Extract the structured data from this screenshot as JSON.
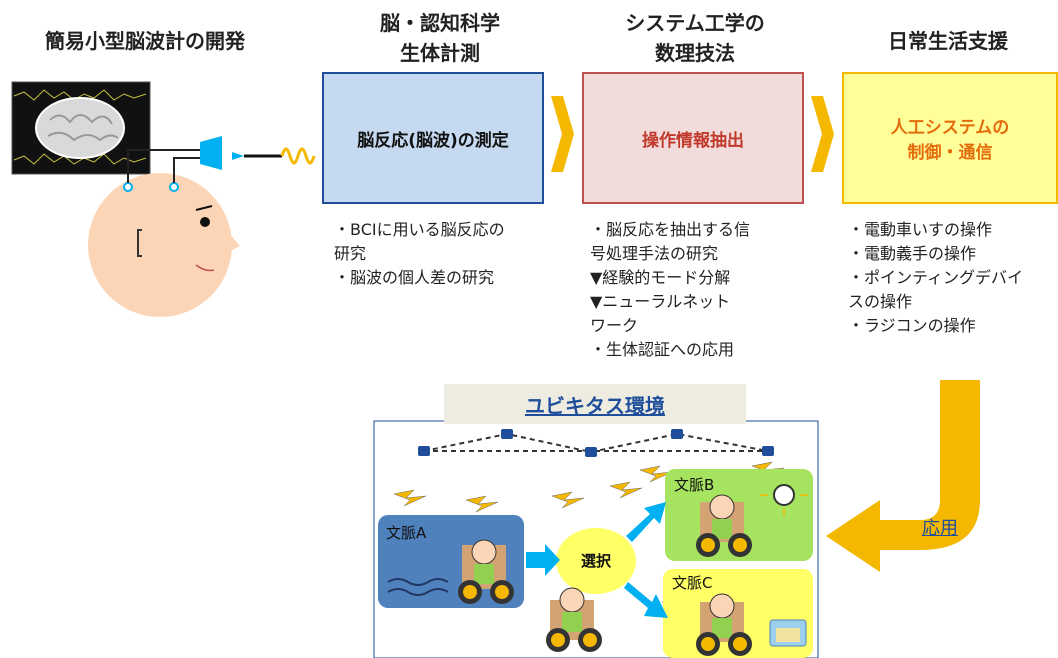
{
  "headers": {
    "h1": "簡易小型脳波計の開発",
    "h2_line1": "脳・認知科学",
    "h2_line2": "生体計測",
    "h3_line1": "システム工学の",
    "h3_line2": "数理技法",
    "h4": "日常生活支援"
  },
  "boxes": {
    "measure": "脳反応(脳波)の測定",
    "extract": "操作情報抽出",
    "control_line1": "人工システムの",
    "control_line2": "制御・通信"
  },
  "bullets": {
    "col1": [
      "・BCIに用いる脳反応の",
      "研究",
      "・脳波の個人差の研究"
    ],
    "col2": [
      "・脳反応を抽出する信",
      "号処理手法の研究",
      "▼経験的モード分解",
      "▼ニューラルネット",
      "ワーク",
      "・生体認証への応用"
    ],
    "col3": [
      "・電動車いすの操作",
      "・電動義手の操作",
      "・ポインティングデバイ",
      "スの操作",
      "・ラジコンの操作"
    ]
  },
  "ubiquitous": {
    "title": "ユビキタス環境",
    "context_a": "文脈A",
    "context_b": "文脈B",
    "context_c": "文脈C",
    "select": "選択"
  },
  "apply_label": "応用",
  "colors": {
    "blue_box": "#c5d9f1",
    "blue_border": "#1f4e9b",
    "pink_box": "#f2dcdb",
    "red_border": "#c0504d",
    "red_text": "#c0392b",
    "yellow_box": "#ffff99",
    "yellow_border": "#f5b800",
    "orange_text": "#e46c0a",
    "arrow_gold": "#f5b800",
    "context_a_bg": "#4f81bd",
    "context_b_bg": "#a6e35e",
    "context_c_bg": "#ffff66",
    "select_bg": "#ffff66",
    "cyan": "#00b0f0"
  }
}
